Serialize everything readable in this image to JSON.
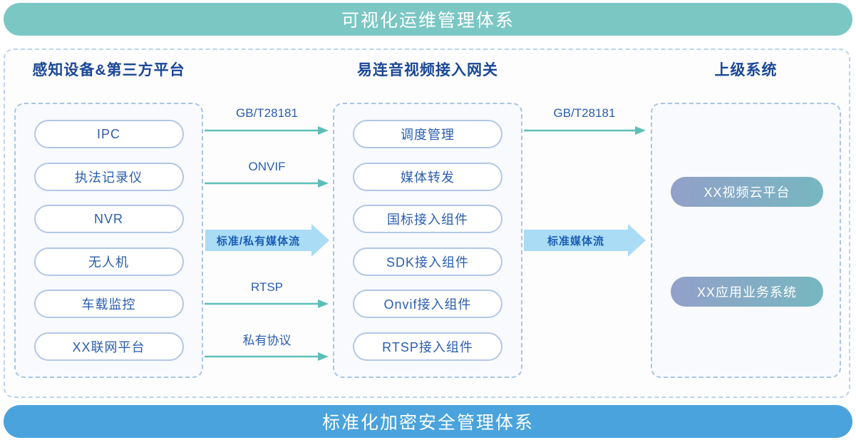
{
  "banners": {
    "top": "可视化运维管理体系",
    "bottom": "标准化加密安全管理体系"
  },
  "columns": {
    "devices": {
      "title": "感知设备&第三方平台",
      "items": [
        "IPC",
        "执法记录仪",
        "NVR",
        "无人机",
        "车载监控",
        "XX联网平台"
      ]
    },
    "gateway": {
      "title": "易连音视频接入网关",
      "items": [
        "调度管理",
        "媒体转发",
        "国标接入组件",
        "SDK接入组件",
        "Onvif接入组件",
        "RTSP接入组件"
      ]
    },
    "upstream": {
      "title": "上级系统",
      "items": [
        "XX视频云平台",
        "XX应用业务系统"
      ]
    }
  },
  "connections": {
    "left_to_gateway": {
      "labels": [
        "GB/T28181",
        "ONVIF",
        "RTSP",
        "私有协议"
      ],
      "media_flow": "标准/私有媒体流"
    },
    "gateway_to_upstream": {
      "label": "GB/T28181",
      "media_flow": "标准媒体流"
    }
  },
  "colors": {
    "top_banner": "#7bc7c4",
    "bottom_banner": "#4aa3dc",
    "title_text": "#1a4796",
    "pill_border": "#b3c7e6",
    "pill_text": "#2a5db0",
    "panel_border": "#aac4e4",
    "arrow_teal": "#5cbfb7",
    "media_arrow_fill": "#aadcf5",
    "media_arrow_text": "#1b5eb5",
    "gradient_pill_start": "#93a0c9",
    "gradient_pill_end": "#76b7c0"
  }
}
